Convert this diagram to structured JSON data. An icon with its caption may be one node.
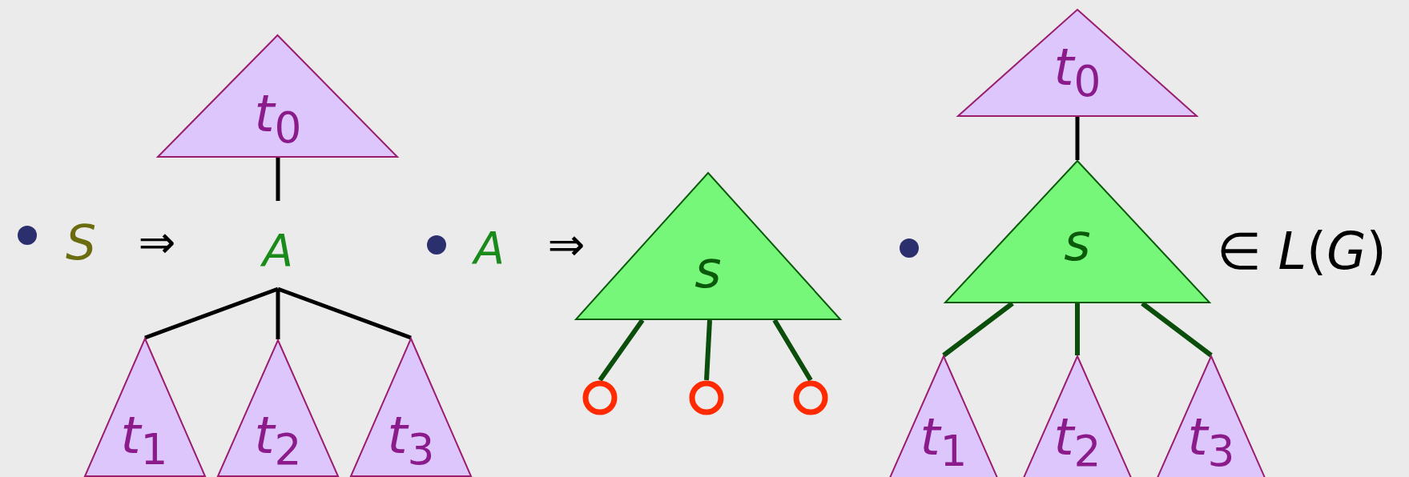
{
  "diagram": {
    "nodes": [
      {
        "text": [
          "*t*$_{0}$"
        ]
      },
      {
        "text": [
          "A"
        ]
      },
      {
        "text": [
          "*t*$_{1}$"
        ]
      },
      {
        "text": [
          "*t*$_{2}$"
        ]
      },
      {
        "text": [
          "*t*$_{3}$"
        ]
      },
      {
        "text": [
          "s"
        ]
      },
      {
        "text": [],
        "shape": "circle"
      },
      {
        "text": [],
        "shape": "circle"
      },
      {
        "text": [],
        "shape": "circle"
      },
      {
        "text": [
          "*t*$_{0}$"
        ]
      },
      {
        "text": [
          "s"
        ]
      },
      {
        "text": [
          "*t*$_{1}$"
        ]
      },
      {
        "text": [
          "*t*$_{2}$"
        ]
      },
      {
        "text": [
          "*t*$_{3}$"
        ]
      }
    ],
    "edges": [
      {
        "from": 0,
        "to": 1,
        "arrow": "none",
        "color": "#000000"
      },
      {
        "from": 1,
        "to": 2,
        "arrow": "none",
        "color": "#000000"
      },
      {
        "from": 1,
        "to": 3,
        "arrow": "none",
        "color": "#000000"
      },
      {
        "from": 1,
        "to": 4,
        "arrow": "none",
        "color": "#000000"
      },
      {
        "from": 5,
        "to": 6,
        "arrow": "none"
      },
      {
        "from": 5,
        "to": 7,
        "arrow": "none"
      },
      {
        "from": 5,
        "to": 8,
        "arrow": "none"
      },
      {
        "from": 9,
        "to": 10,
        "arrow": "none",
        "color": "#000000"
      },
      {
        "from": 10,
        "to": 11,
        "arrow": "none"
      },
      {
        "from": 10,
        "to": 12,
        "arrow": "none"
      },
      {
        "from": 10,
        "to": 13,
        "arrow": "none"
      }
    ],
    "labels": [
      "S",
      "⇒",
      "A",
      "⇒",
      "∈ *L*(*G*)"
    ]
  }
}
